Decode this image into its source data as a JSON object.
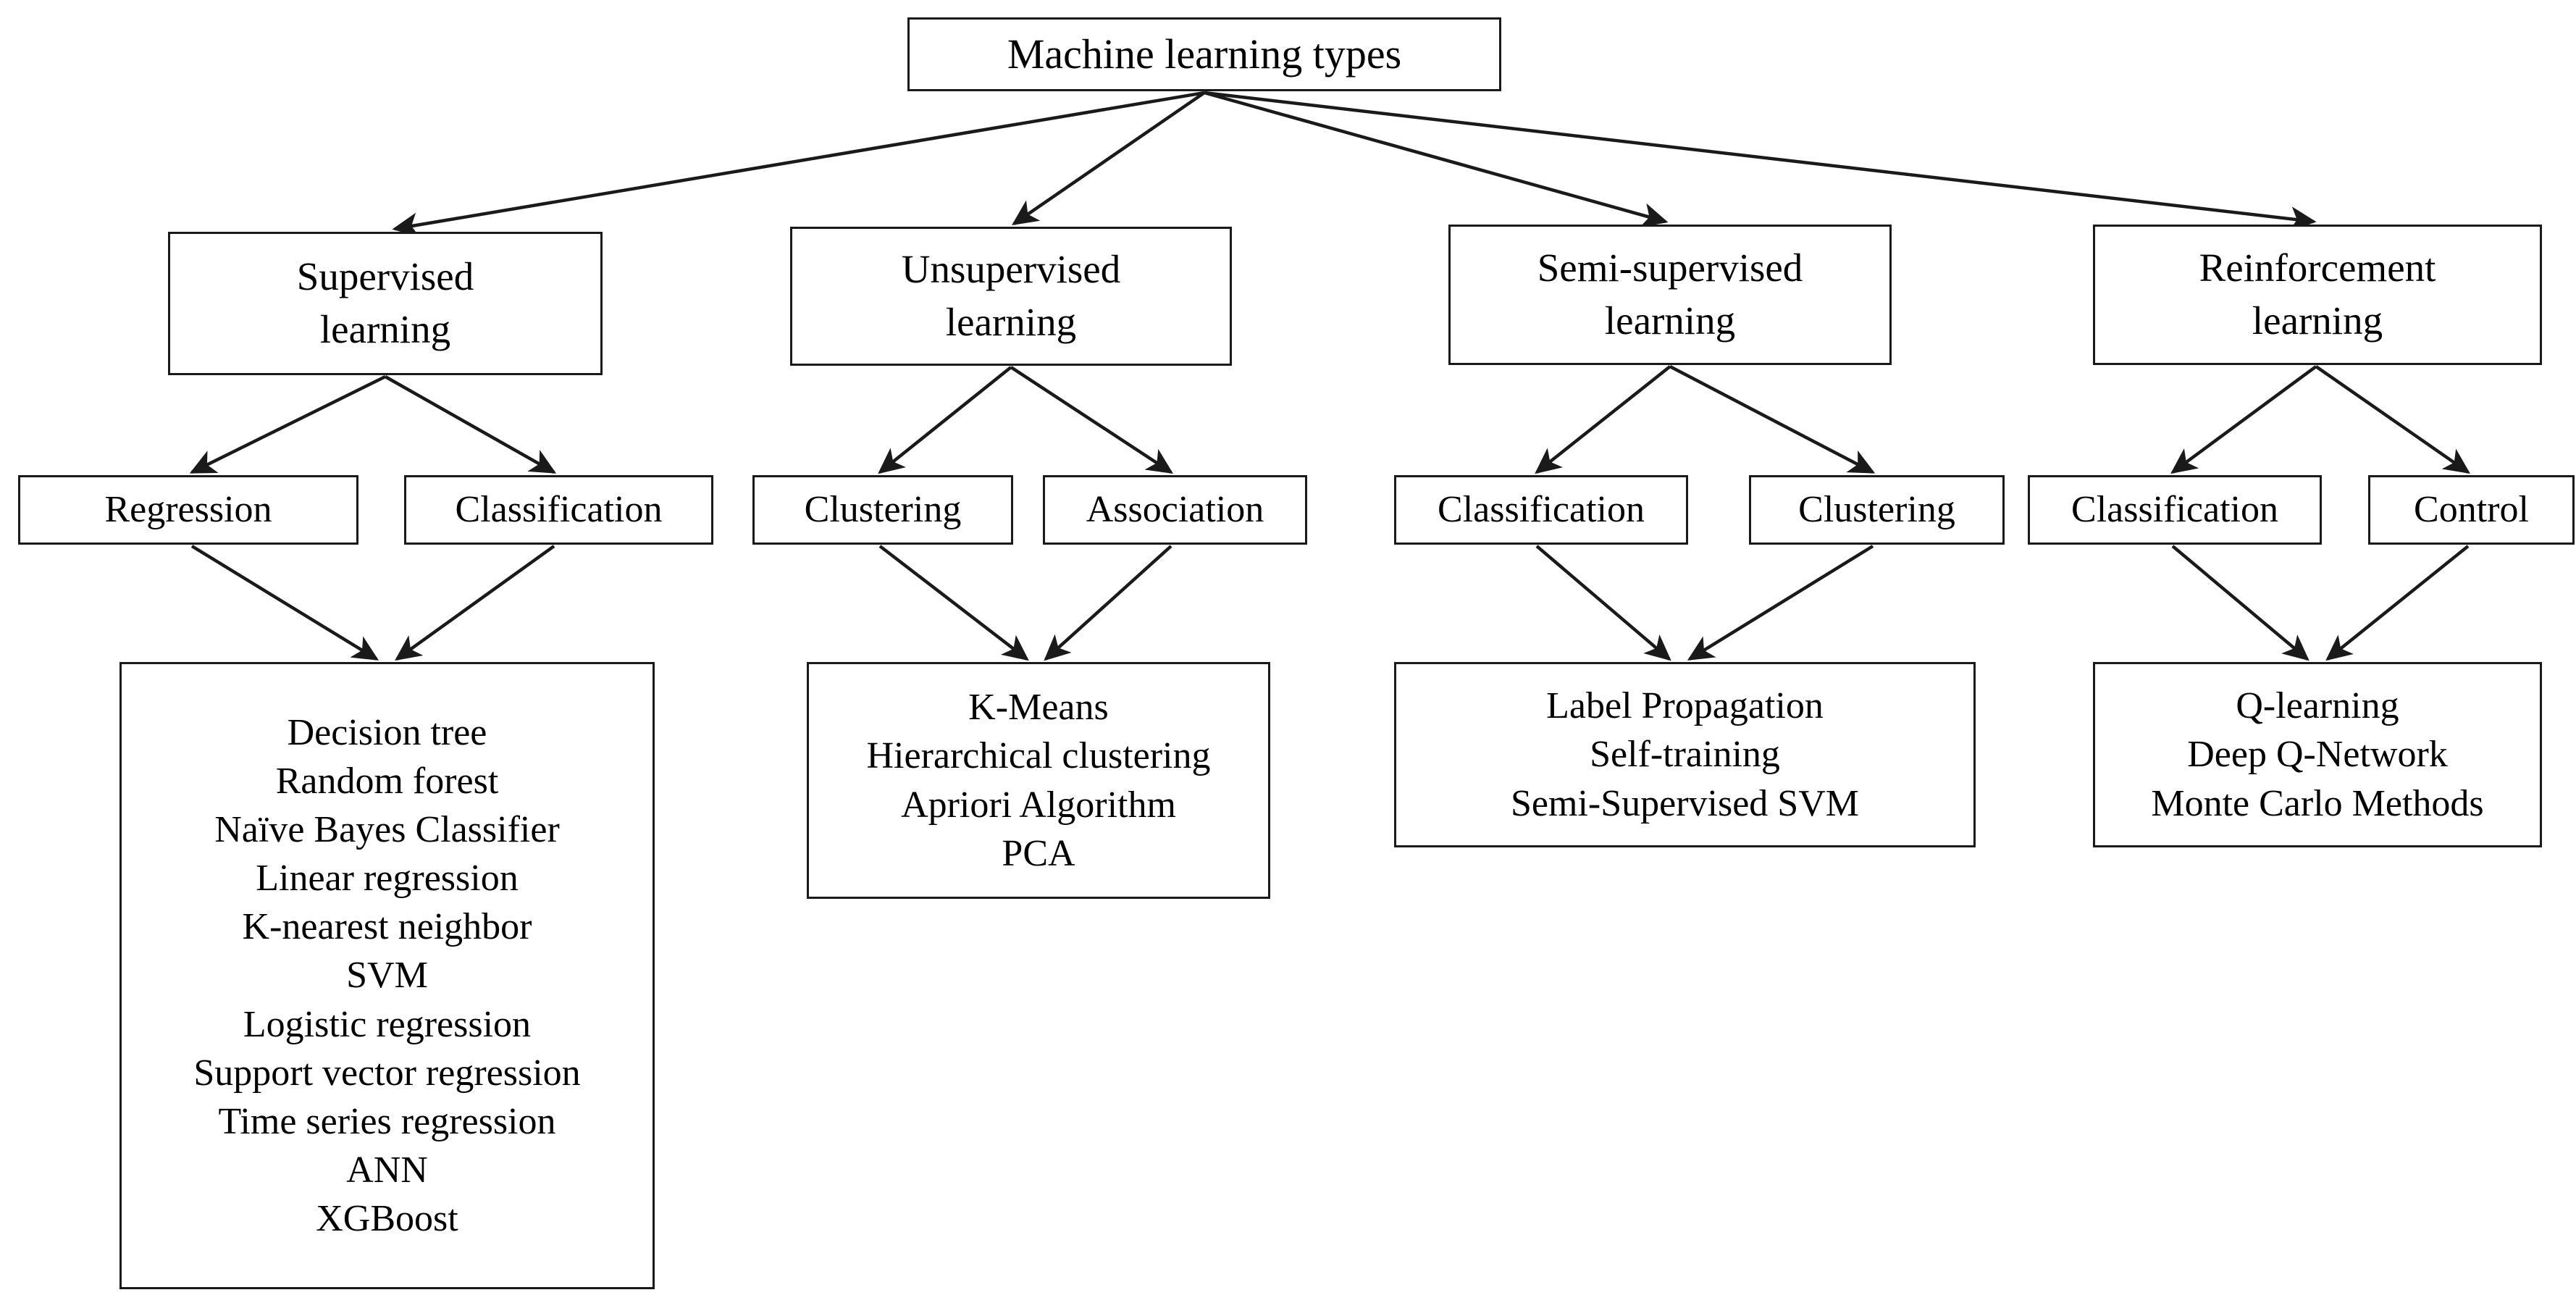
{
  "diagram": {
    "title": "Machine learning types",
    "colors": {
      "stroke": "#1a1a1a",
      "text": "#000000",
      "background": "#ffffff"
    },
    "root": {
      "label": "Machine learning types"
    },
    "branches": [
      {
        "id": "supervised",
        "title_line1": "Supervised",
        "title_line2": "learning",
        "children": [
          {
            "id": "regression",
            "label": "Regression"
          },
          {
            "id": "classification",
            "label": "Classification"
          }
        ],
        "algorithms": [
          "Decision tree",
          "Random forest",
          "Naïve Bayes Classifier",
          "Linear regression",
          "K-nearest neighbor",
          "SVM",
          "Logistic regression",
          "Support vector regression",
          "Time series regression",
          "ANN",
          "XGBoost"
        ]
      },
      {
        "id": "unsupervised",
        "title_line1": "Unsupervised",
        "title_line2": "learning",
        "children": [
          {
            "id": "clustering",
            "label": "Clustering"
          },
          {
            "id": "association",
            "label": "Association"
          }
        ],
        "algorithms": [
          "K-Means",
          "Hierarchical clustering",
          "Apriori Algorithm",
          "PCA"
        ]
      },
      {
        "id": "semi-supervised",
        "title_line1": "Semi-supervised",
        "title_line2": "learning",
        "children": [
          {
            "id": "classification",
            "label": "Classification"
          },
          {
            "id": "clustering",
            "label": "Clustering"
          }
        ],
        "algorithms": [
          "Label Propagation",
          "Self-training",
          "Semi-Supervised SVM"
        ]
      },
      {
        "id": "reinforcement",
        "title_line1": "Reinforcement",
        "title_line2": "learning",
        "children": [
          {
            "id": "classification",
            "label": "Classification"
          },
          {
            "id": "control",
            "label": "Control"
          }
        ],
        "algorithms": [
          "Q-learning",
          "Deep Q-Network",
          "Monte Carlo Methods"
        ]
      }
    ]
  }
}
